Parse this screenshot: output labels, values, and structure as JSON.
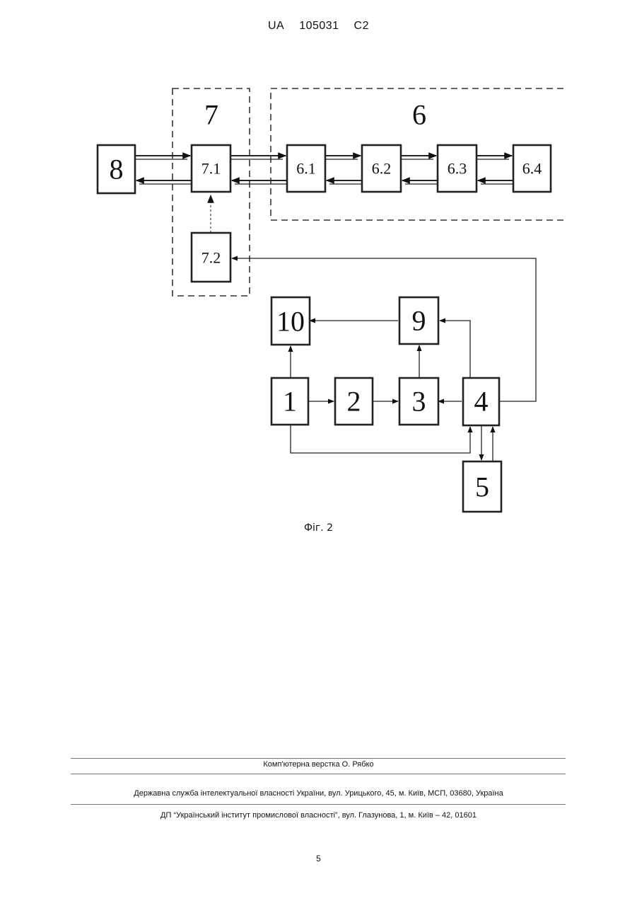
{
  "header": {
    "country": "UA",
    "number": "105031",
    "kind": "C2"
  },
  "diagram": {
    "group_labels": {
      "g7": "7",
      "g6": "6"
    },
    "blocks": {
      "b8": "8",
      "b71": "7.1",
      "b72": "7.2",
      "b61": "6.1",
      "b62": "6.2",
      "b63": "6.3",
      "b64": "6.4",
      "b10": "10",
      "b9": "9",
      "b1": "1",
      "b2": "2",
      "b3": "3",
      "b4": "4",
      "b5": "5"
    }
  },
  "caption": "Фіг. 2",
  "footer": {
    "credit": "Комп'ютерна верстка О. Рябко",
    "agency": "Державна служба інтелектуальної власності України, вул. Урицького, 45, м. Київ, МСП, 03680, Україна",
    "institute": "ДП “Український інститут промислової власності”, вул. Глазунова, 1, м. Київ – 42, 01601"
  },
  "page_number": "5"
}
